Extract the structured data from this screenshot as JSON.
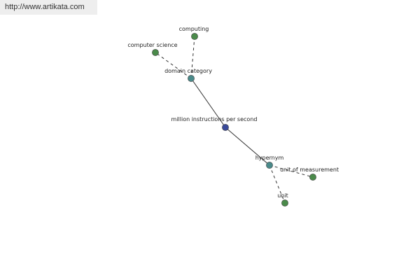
{
  "watermark": {
    "url_text": "http://www.artikata.com"
  },
  "graph": {
    "colors": {
      "center": "#3a4a9a",
      "relation": "#4a8a8a",
      "leaf": "#4a8a4a"
    },
    "nodes": [
      {
        "id": "center",
        "label": "million instructions per second",
        "kind": "center"
      },
      {
        "id": "domain",
        "label": "domain category",
        "kind": "relation"
      },
      {
        "id": "hyper",
        "label": "hypernym",
        "kind": "relation"
      },
      {
        "id": "computing",
        "label": "computing",
        "kind": "leaf"
      },
      {
        "id": "cs",
        "label": "computer science",
        "kind": "leaf"
      },
      {
        "id": "uom",
        "label": "unit of measurement",
        "kind": "leaf"
      },
      {
        "id": "unit",
        "label": "unit",
        "kind": "leaf"
      }
    ],
    "edges": [
      {
        "from": "center",
        "to": "domain",
        "style": "solid"
      },
      {
        "from": "center",
        "to": "hyper",
        "style": "solid"
      },
      {
        "from": "domain",
        "to": "computing",
        "style": "dashed"
      },
      {
        "from": "domain",
        "to": "cs",
        "style": "dashed"
      },
      {
        "from": "hyper",
        "to": "uom",
        "style": "dashed"
      },
      {
        "from": "hyper",
        "to": "unit",
        "style": "dashed"
      }
    ]
  }
}
